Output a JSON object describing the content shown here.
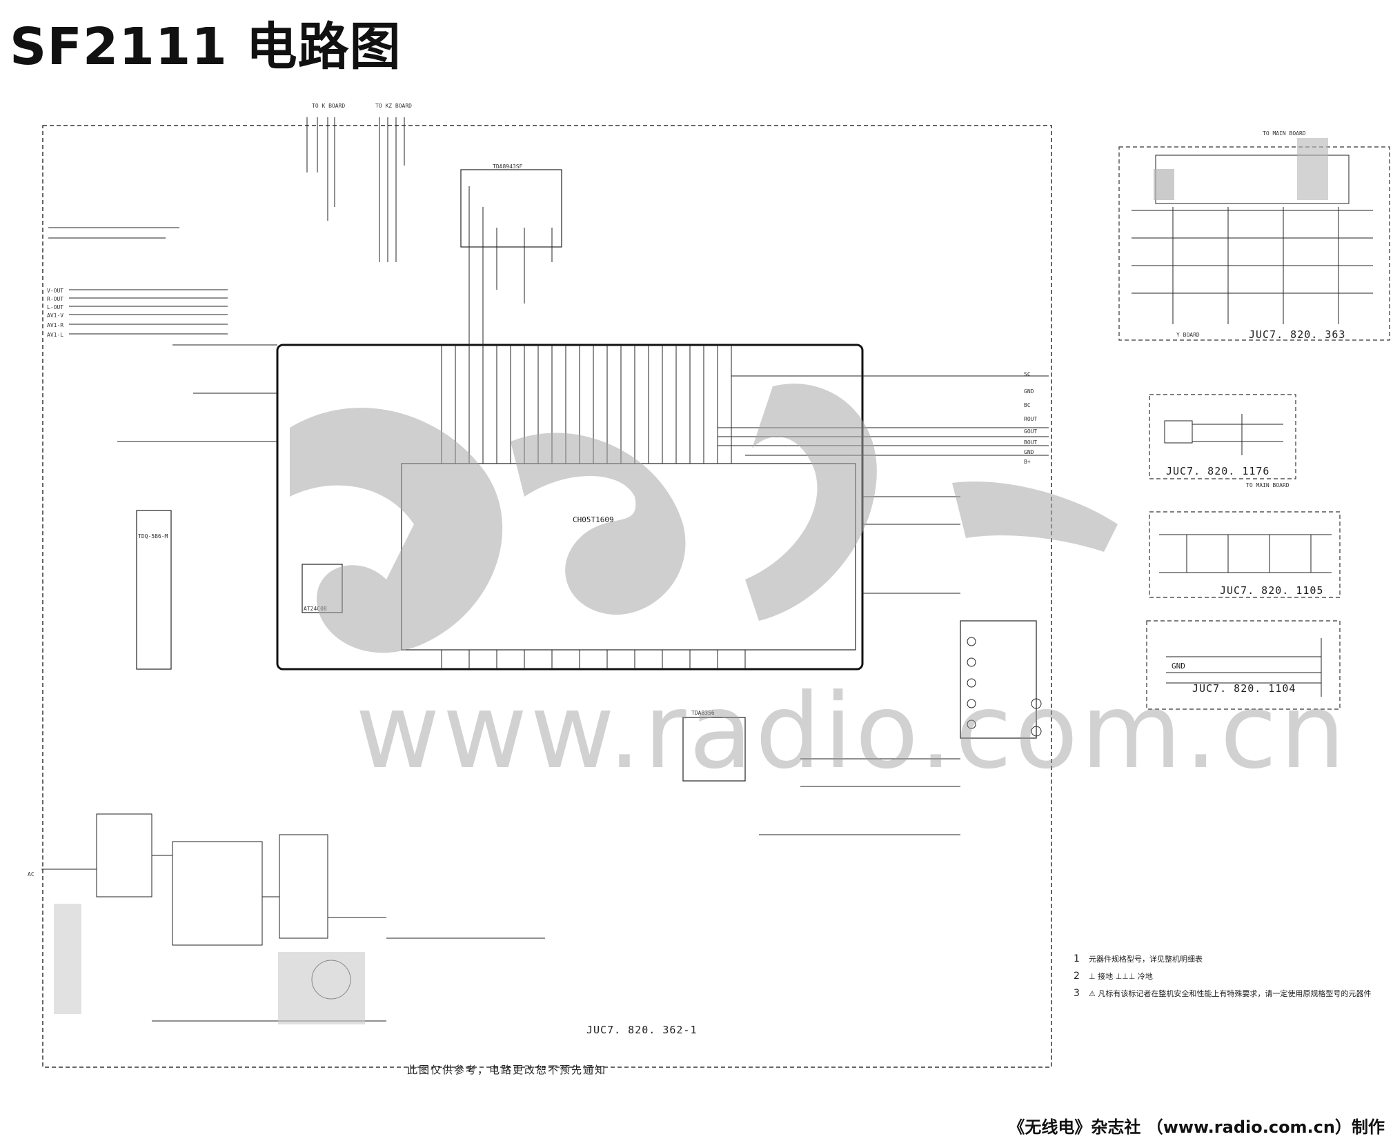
{
  "title": "SF2111 电路图",
  "boards": {
    "main": "JUC7. 820. 362-1",
    "y_board": "JUC7. 820. 363",
    "b1176": "JUC7. 820. 1176",
    "b1105": "JUC7. 820. 1105",
    "b1104": "JUC7. 820. 1104"
  },
  "connectors": {
    "to_k_board": "TO K BOARD",
    "to_kz_board": "TO KZ BOARD",
    "to_main_board": "TO MAIN BOARD",
    "y_board_label": "Y BOARD"
  },
  "chips": {
    "main_ic": "CH05T1609",
    "jungle": "TDA8943SF",
    "vert": "TDA8356",
    "eeprom": "AT24C08",
    "tuner": "TDQ-5B6-M"
  },
  "io_labels": [
    "V-OUT",
    "R-OUT",
    "L-OUT",
    "AV1-V",
    "AV1-R",
    "AV1-L"
  ],
  "right_labels": [
    "SC",
    "GND",
    "BC",
    "ROUT",
    "GOUT",
    "BOUT",
    "GND",
    "B+"
  ],
  "gnd_label": "GND",
  "notes": [
    {
      "num": "1",
      "text": "元器件规格型号，详见整机明细表"
    },
    {
      "num": "2",
      "text": "⊥ 接地    ⊥⊥⊥ 冷地"
    },
    {
      "num": "3",
      "text": "⚠ 凡标有该标记者在整机安全和性能上有特殊要求，请一定使用原规格型号的元器件"
    }
  ],
  "disclaimer": "此图仅供参考，电路更改恕不预先通知",
  "watermark": "www.radio.com.cn",
  "credit": "《无线电》杂志社 （www.radio.com.cn）制作"
}
